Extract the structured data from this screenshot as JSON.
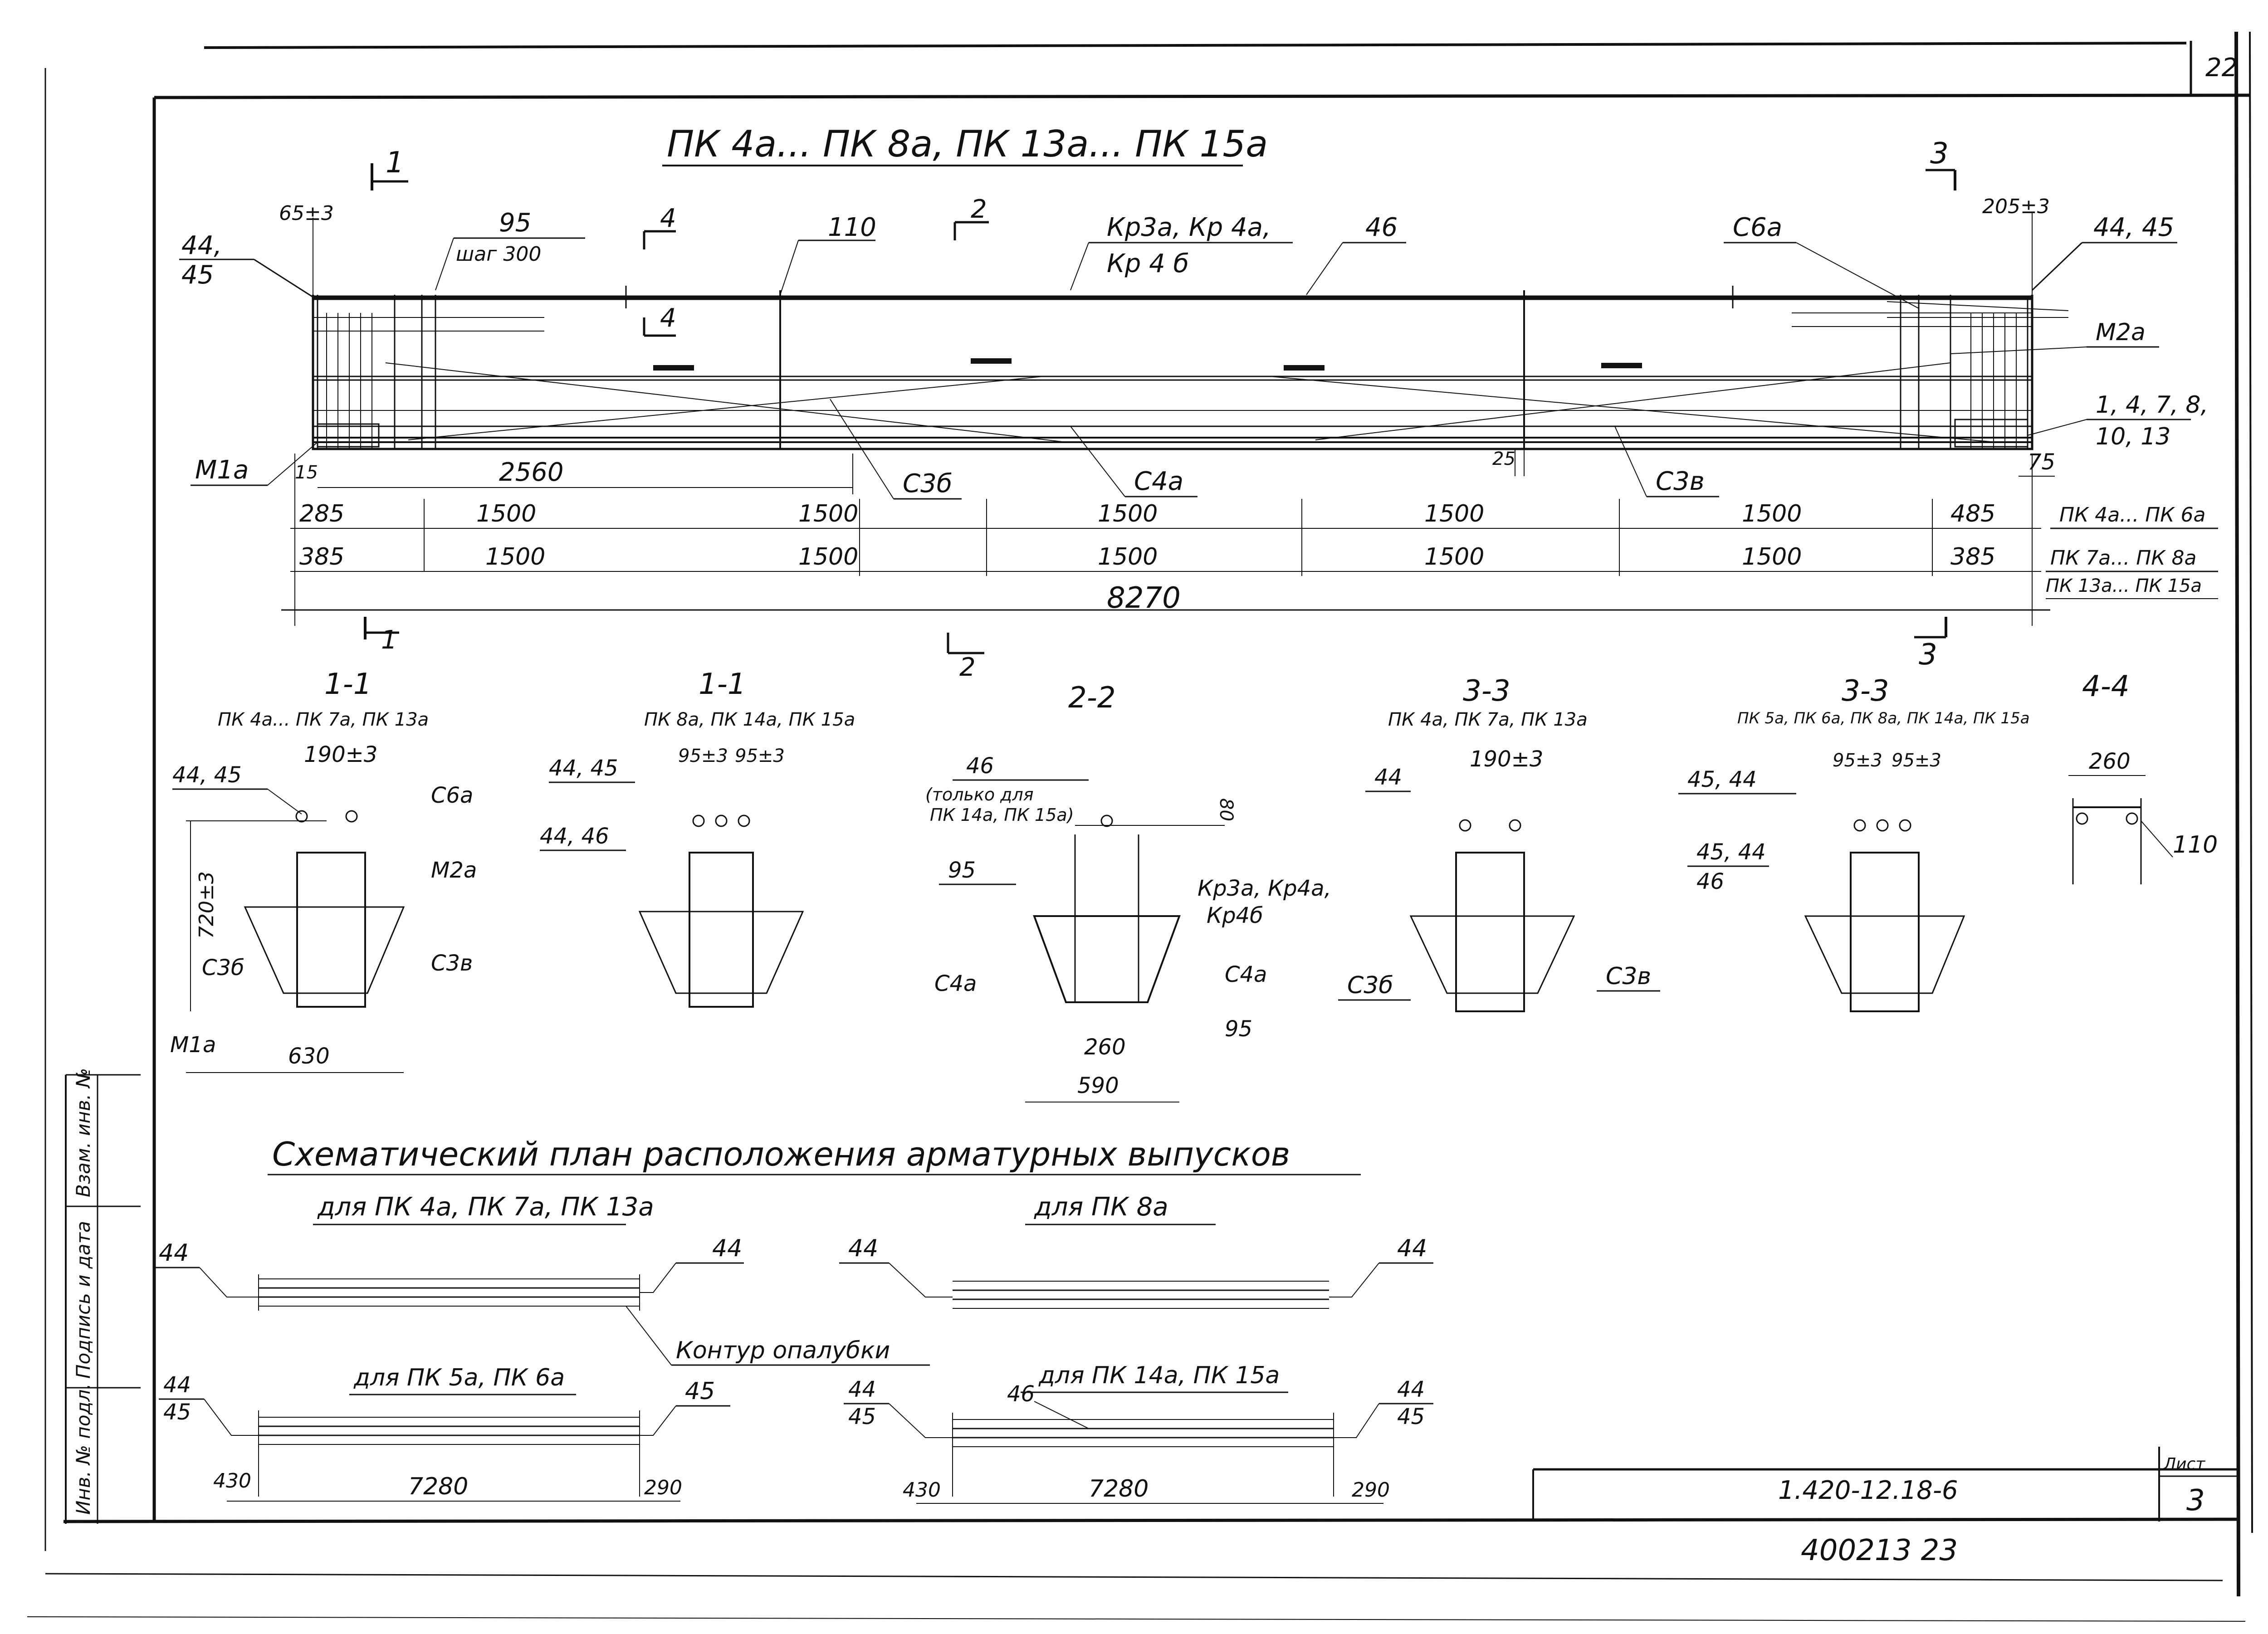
{
  "sheet_number_top": "22",
  "main": {
    "title": "ПК 4а... ПК 8а, ПК 13а... ПК 15а",
    "section_marks": {
      "s1": "1",
      "s2": "2",
      "s3": "3",
      "s4": "4"
    },
    "callouts": {
      "top_left": "44,",
      "top_left_2": "45",
      "dim_65": "65±3",
      "bar_95": "95",
      "step": "шаг 300",
      "bar_110": "110",
      "kr_1": "Кр3а, Кр 4а,",
      "kr_2": "Кр 4 б",
      "bar_46": "46",
      "c6a": "С6а",
      "dim_205": "205±3",
      "top_right": "44, 45",
      "m2a": "М2а",
      "right_list_1": "1, 4, 7, 8,",
      "right_list_2": "10, 13",
      "m1a": "М1а",
      "c3b_left": "С3б",
      "c4a": "С4а",
      "c3v": "С3в",
      "dim_25": "25",
      "dim_75": "75",
      "dim_15": "15",
      "dim_2560": "2560"
    },
    "dim_row1": {
      "first": "285",
      "mid": [
        "1500",
        "1500",
        "1500",
        "1500",
        "1500"
      ],
      "last": "485",
      "label": "ПК 4а... ПК 6а"
    },
    "dim_row2": {
      "first": "385",
      "mid": [
        "1500",
        "1500",
        "1500",
        "1500",
        "1500"
      ],
      "last": "385",
      "label_1": "ПК 7а... ПК 8а",
      "label_2": "ПК 13а... ПК 15а"
    },
    "total_length": "8270"
  },
  "sections": [
    {
      "title": "1-1",
      "sub": "ПК 4а... ПК 7а, ПК 13а",
      "labels": {
        "bars": "44, 45",
        "dim": "190±3",
        "c6a": "С6а",
        "m2a": "М2а",
        "height": "720±3",
        "c3b": "С3б",
        "c3v": "С3в",
        "m1a": "М1а",
        "width": "630"
      }
    },
    {
      "title": "1-1",
      "sub": "ПК 8а, ПК 14а, ПК 15а",
      "labels": {
        "bars": "44, 45",
        "d1": "95±3",
        "d2": "95±3",
        "bars2": "44, 46"
      }
    },
    {
      "title": "2-2",
      "labels": {
        "b46": "46",
        "note_1": "(только для",
        "note_2": "ПК 14а, ПК 15а)",
        "d80": "80",
        "b95": "95",
        "kr_1": "Кр3а, Кр4а,",
        "kr_2": "Кр4б",
        "c4a_l": "С4а",
        "c4a_r": "С4а",
        "b95b": "95",
        "w260": "260",
        "w590": "590"
      }
    },
    {
      "title": "3-3",
      "sub": "ПК 4а, ПК 7а, ПК 13а",
      "labels": {
        "bars": "44",
        "dim": "190±3",
        "c3b": "С3б",
        "c3v": "С3в"
      }
    },
    {
      "title": "3-3",
      "sub": "ПК 5а, ПК 6а, ПК 8а, ПК 14а, ПК 15а",
      "labels": {
        "bars": "45, 44",
        "d1": "95±3",
        "d2": "95±3",
        "bars2_1": "45, 44",
        "bars2_2": "46"
      }
    },
    {
      "title": "4-4",
      "labels": {
        "w": "260",
        "b110": "110"
      }
    }
  ],
  "schematic": {
    "title": "Схематический план расположения арматурных выпусков",
    "p1": {
      "label": "для ПК 4а, ПК 7а, ПК 13а",
      "left": "44",
      "right": "44"
    },
    "p2": {
      "label": "для ПК 8а",
      "left": "44",
      "right": "44"
    },
    "contour": "Контур опалубки",
    "p3": {
      "label": "для ПК 5а, ПК 6а",
      "l1": "44",
      "l2": "45",
      "r1": "45",
      "d1": "430",
      "d2": "7280",
      "d3": "290"
    },
    "p4": {
      "label": "для ПК 14а, ПК 15а",
      "l1": "44",
      "l2": "45",
      "b46": "46",
      "r1": "44",
      "r2": "45",
      "d1": "430",
      "d2": "7280",
      "d3": "290"
    }
  },
  "side_stamp": [
    "Инв. № подл.",
    "Подпись и дата",
    "Взам. инв. №"
  ],
  "title_block": {
    "code": "1.420-12.18-6",
    "sheet_label": "Лист",
    "sheet_no": "3"
  },
  "inventory_number": "400213 23"
}
